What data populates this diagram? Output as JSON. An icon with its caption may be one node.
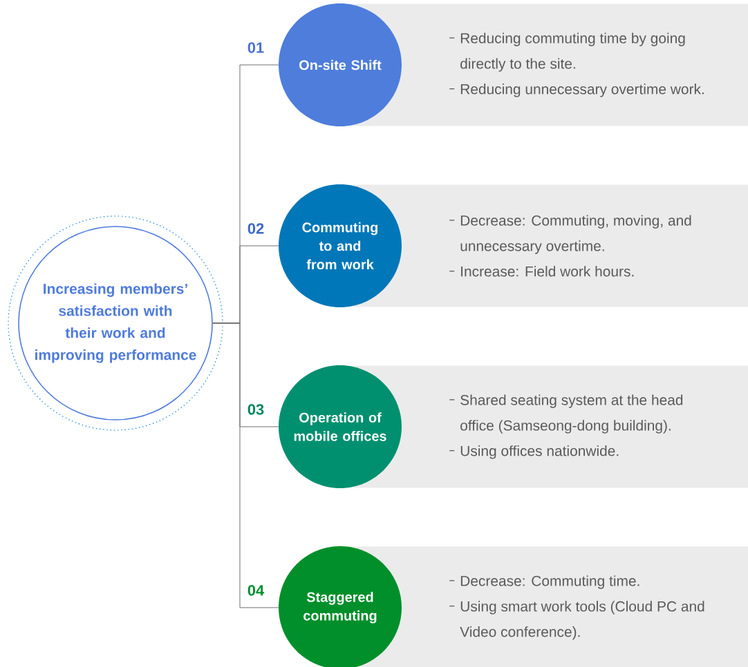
{
  "diagram": {
    "nodes": [
      {
        "text": [
          "Increasing members’ satisfaction with their work and improving performance"
        ]
      },
      {
        "text": [
          "On-site Shift"
        ],
        "beside": [
          "01"
        ]
      },
      {
        "text": [
          "Reducing commuting time by going directly to the site.",
          "Reducing unnecessary overtime work."
        ]
      },
      {
        "text": [
          "Commuting to and from work"
        ],
        "beside": [
          "02"
        ]
      },
      {
        "text": [
          "Decrease: Commuting, moving, and unnecessary overtime.",
          "Increase: Field work hours."
        ]
      },
      {
        "text": [
          "Operation of mobile offices"
        ],
        "beside": [
          "03"
        ]
      },
      {
        "text": [
          "Shared seating system at the head office (Samseong-dong building).",
          "Using offices nationwide."
        ]
      },
      {
        "text": [
          "Staggered commuting"
        ],
        "beside": [
          "04"
        ]
      },
      {
        "text": [
          "Decrease: Commuting time.",
          "Using smart work tools (Cloud PC and Video conference)."
        ]
      }
    ],
    "edges": [
      {
        "from": 0,
        "to": 1,
        "arrow": "none"
      },
      {
        "from": 0,
        "to": 3,
        "arrow": "none"
      },
      {
        "from": 0,
        "to": 5,
        "arrow": "none"
      },
      {
        "from": 0,
        "to": 7,
        "arrow": "none"
      }
    ]
  }
}
